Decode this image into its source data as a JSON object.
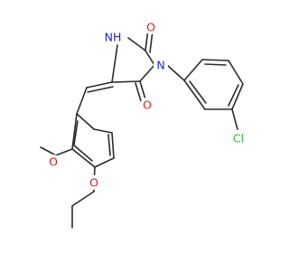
{
  "colors": {
    "bond": "#2b2b2b",
    "nitrogen": "#1f1fd6",
    "oxygen": "#e01a1a",
    "chlorine": "#2fb82f",
    "background": "#ffffff"
  },
  "atoms": {
    "o_carbonyl_top": {
      "label": "O",
      "element": "oxygen"
    },
    "o_carbonyl_bottom": {
      "label": "O",
      "element": "oxygen"
    },
    "n_h": {
      "label": "NH",
      "element": "nitrogen"
    },
    "n_aryl": {
      "label": "N",
      "element": "nitrogen"
    },
    "cl": {
      "label": "Cl",
      "element": "chlorine"
    },
    "o_methoxy": {
      "label": "O",
      "element": "oxygen"
    },
    "o_ethoxy": {
      "label": "O",
      "element": "oxygen"
    }
  }
}
